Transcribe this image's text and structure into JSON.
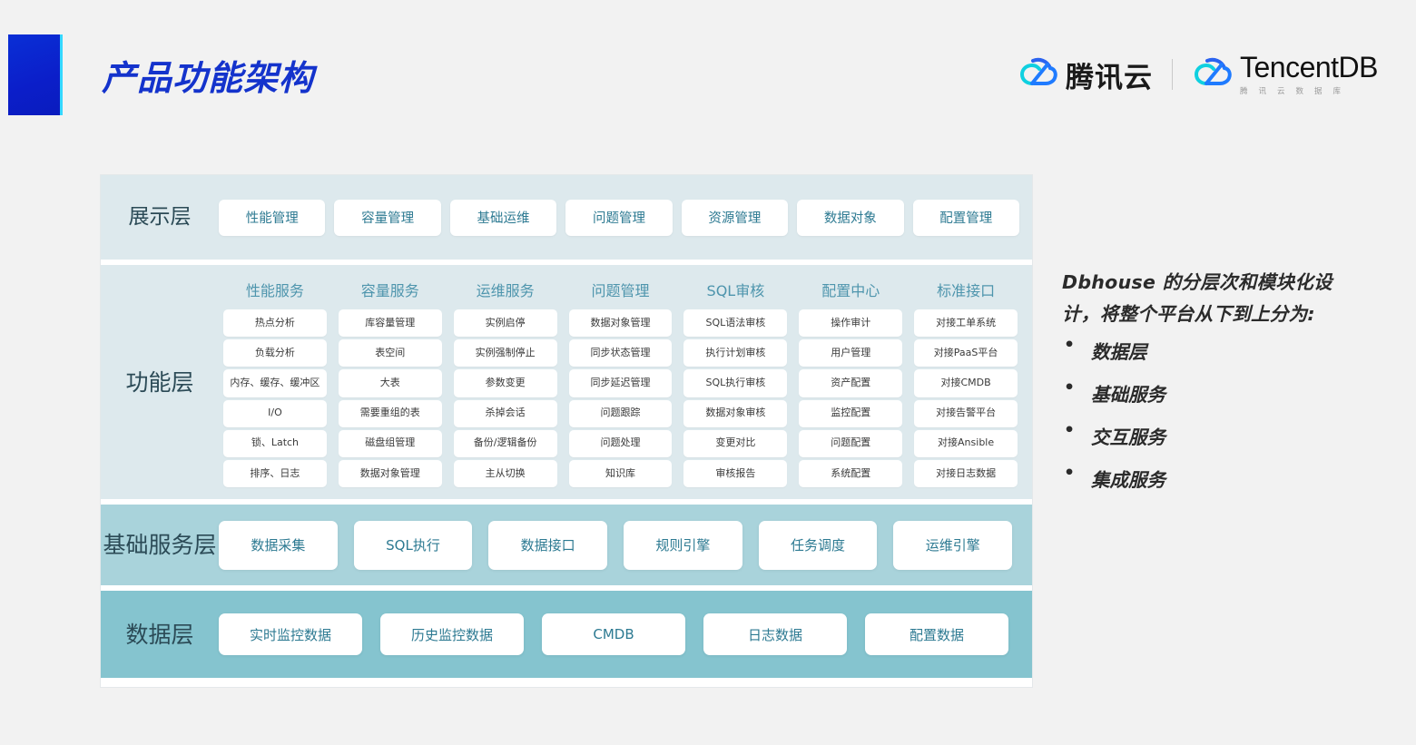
{
  "header": {
    "title": "产品功能架构",
    "logo_cn": "腾讯云",
    "logo_db_main": "TencentDB",
    "logo_db_sub": "腾讯云数据库"
  },
  "diagram": {
    "display_layer": {
      "label": "展示层",
      "items": [
        "性能管理",
        "容量管理",
        "基础运维",
        "问题管理",
        "资源管理",
        "数据对象",
        "配置管理"
      ]
    },
    "function_layer": {
      "label": "功能层",
      "columns": [
        {
          "header": "性能服务",
          "cells": [
            "热点分析",
            "负载分析",
            "内存、缓存、缓冲区",
            "I/O",
            "锁、Latch",
            "排序、日志"
          ]
        },
        {
          "header": "容量服务",
          "cells": [
            "库容量管理",
            "表空间",
            "大表",
            "需要重组的表",
            "磁盘组管理",
            "数据对象管理"
          ]
        },
        {
          "header": "运维服务",
          "cells": [
            "实例启停",
            "实例强制停止",
            "参数变更",
            "杀掉会话",
            "备份/逻辑备份",
            "主从切换"
          ]
        },
        {
          "header": "问题管理",
          "cells": [
            "数据对象管理",
            "同步状态管理",
            "同步延迟管理",
            "问题跟踪",
            "问题处理",
            "知识库"
          ]
        },
        {
          "header": "SQL审核",
          "cells": [
            "SQL语法审核",
            "执行计划审核",
            "SQL执行审核",
            "数据对象审核",
            "变更对比",
            "审核报告"
          ]
        },
        {
          "header": "配置中心",
          "cells": [
            "操作审计",
            "用户管理",
            "资产配置",
            "监控配置",
            "问题配置",
            "系统配置"
          ]
        },
        {
          "header": "标准接口",
          "cells": [
            "对接工单系统",
            "对接PaaS平台",
            "对接CMDB",
            "对接告警平台",
            "对接Ansible",
            "对接日志数据"
          ]
        }
      ]
    },
    "basic_service_layer": {
      "label": "基础\n服务层",
      "label_line1": "基础",
      "label_line2": "服务层",
      "items": [
        "数据采集",
        "SQL执行",
        "数据接口",
        "规则引擎",
        "任务调度",
        "运维引擎"
      ]
    },
    "data_layer": {
      "label": "数据层",
      "items": [
        "实时监控数据",
        "历史监控数据",
        "CMDB",
        "日志数据",
        "配置数据"
      ]
    }
  },
  "notes": {
    "paragraph": "Dbhouse 的分层次和模块化设计，将整个平台从下到上分为:",
    "bullets": [
      "数据层",
      "基础服务",
      "交互服务",
      "集成服务"
    ]
  },
  "colors": {
    "title_blue": "#1433cc",
    "accent_cyan": "#36d8ff",
    "band_light": "#dde9ed",
    "band_basic": "#a9d3db",
    "band_data": "#85c4cf",
    "chip_text": "#2d7a92",
    "col_head_text": "#4e95ad",
    "page_bg": "#f2f2f2"
  }
}
